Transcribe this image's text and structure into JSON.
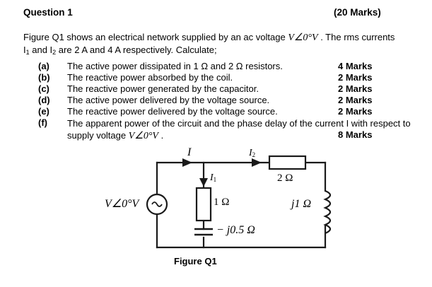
{
  "header": {
    "title": "Question 1",
    "marks": "(20 Marks)"
  },
  "intro": {
    "line1_a": "Figure Q1 shows an electrical network supplied by an ac voltage ",
    "voltage_symbol": "V∠0°V",
    "line1_b": " . The rms currents",
    "line2_a": "I",
    "line2_sub1": "1",
    "line2_b": " and I",
    "line2_sub2": "2",
    "line2_c": " are 2 A and 4 A respectively. Calculate;"
  },
  "items": [
    {
      "label": "(a)",
      "text": "The active power dissipated in 1 Ω and 2 Ω resistors.",
      "marks": "4 Marks"
    },
    {
      "label": "(b)",
      "text": "The reactive power absorbed by the coil.",
      "marks": "2 Marks"
    },
    {
      "label": "(c)",
      "text": "The reactive power generated by the capacitor.",
      "marks": "2 Marks"
    },
    {
      "label": "(d)",
      "text": "The active power delivered by the voltage source.",
      "marks": "2 Marks"
    },
    {
      "label": "(e)",
      "text": "The reactive power delivered by the voltage source.",
      "marks": "2 Marks"
    },
    {
      "label": "(f)",
      "text_a": "The apparent power of the circuit and the phase delay of the current I with respect to supply voltage ",
      "text_b": " .",
      "marks": "8 Marks"
    }
  ],
  "circuit": {
    "caption": "Figure Q1",
    "source_label": "V∠0°V",
    "source_symbol": "~",
    "current_total": "I",
    "current_1": "I",
    "current_1_sub": "1",
    "current_2": "I",
    "current_2_sub": "2",
    "resistor_1_label": "1 Ω",
    "resistor_2_label": "2 Ω",
    "capacitor_label": "− j0.5 Ω",
    "inductor_label": "j1 Ω",
    "wire_color": "#1a1a1a"
  }
}
